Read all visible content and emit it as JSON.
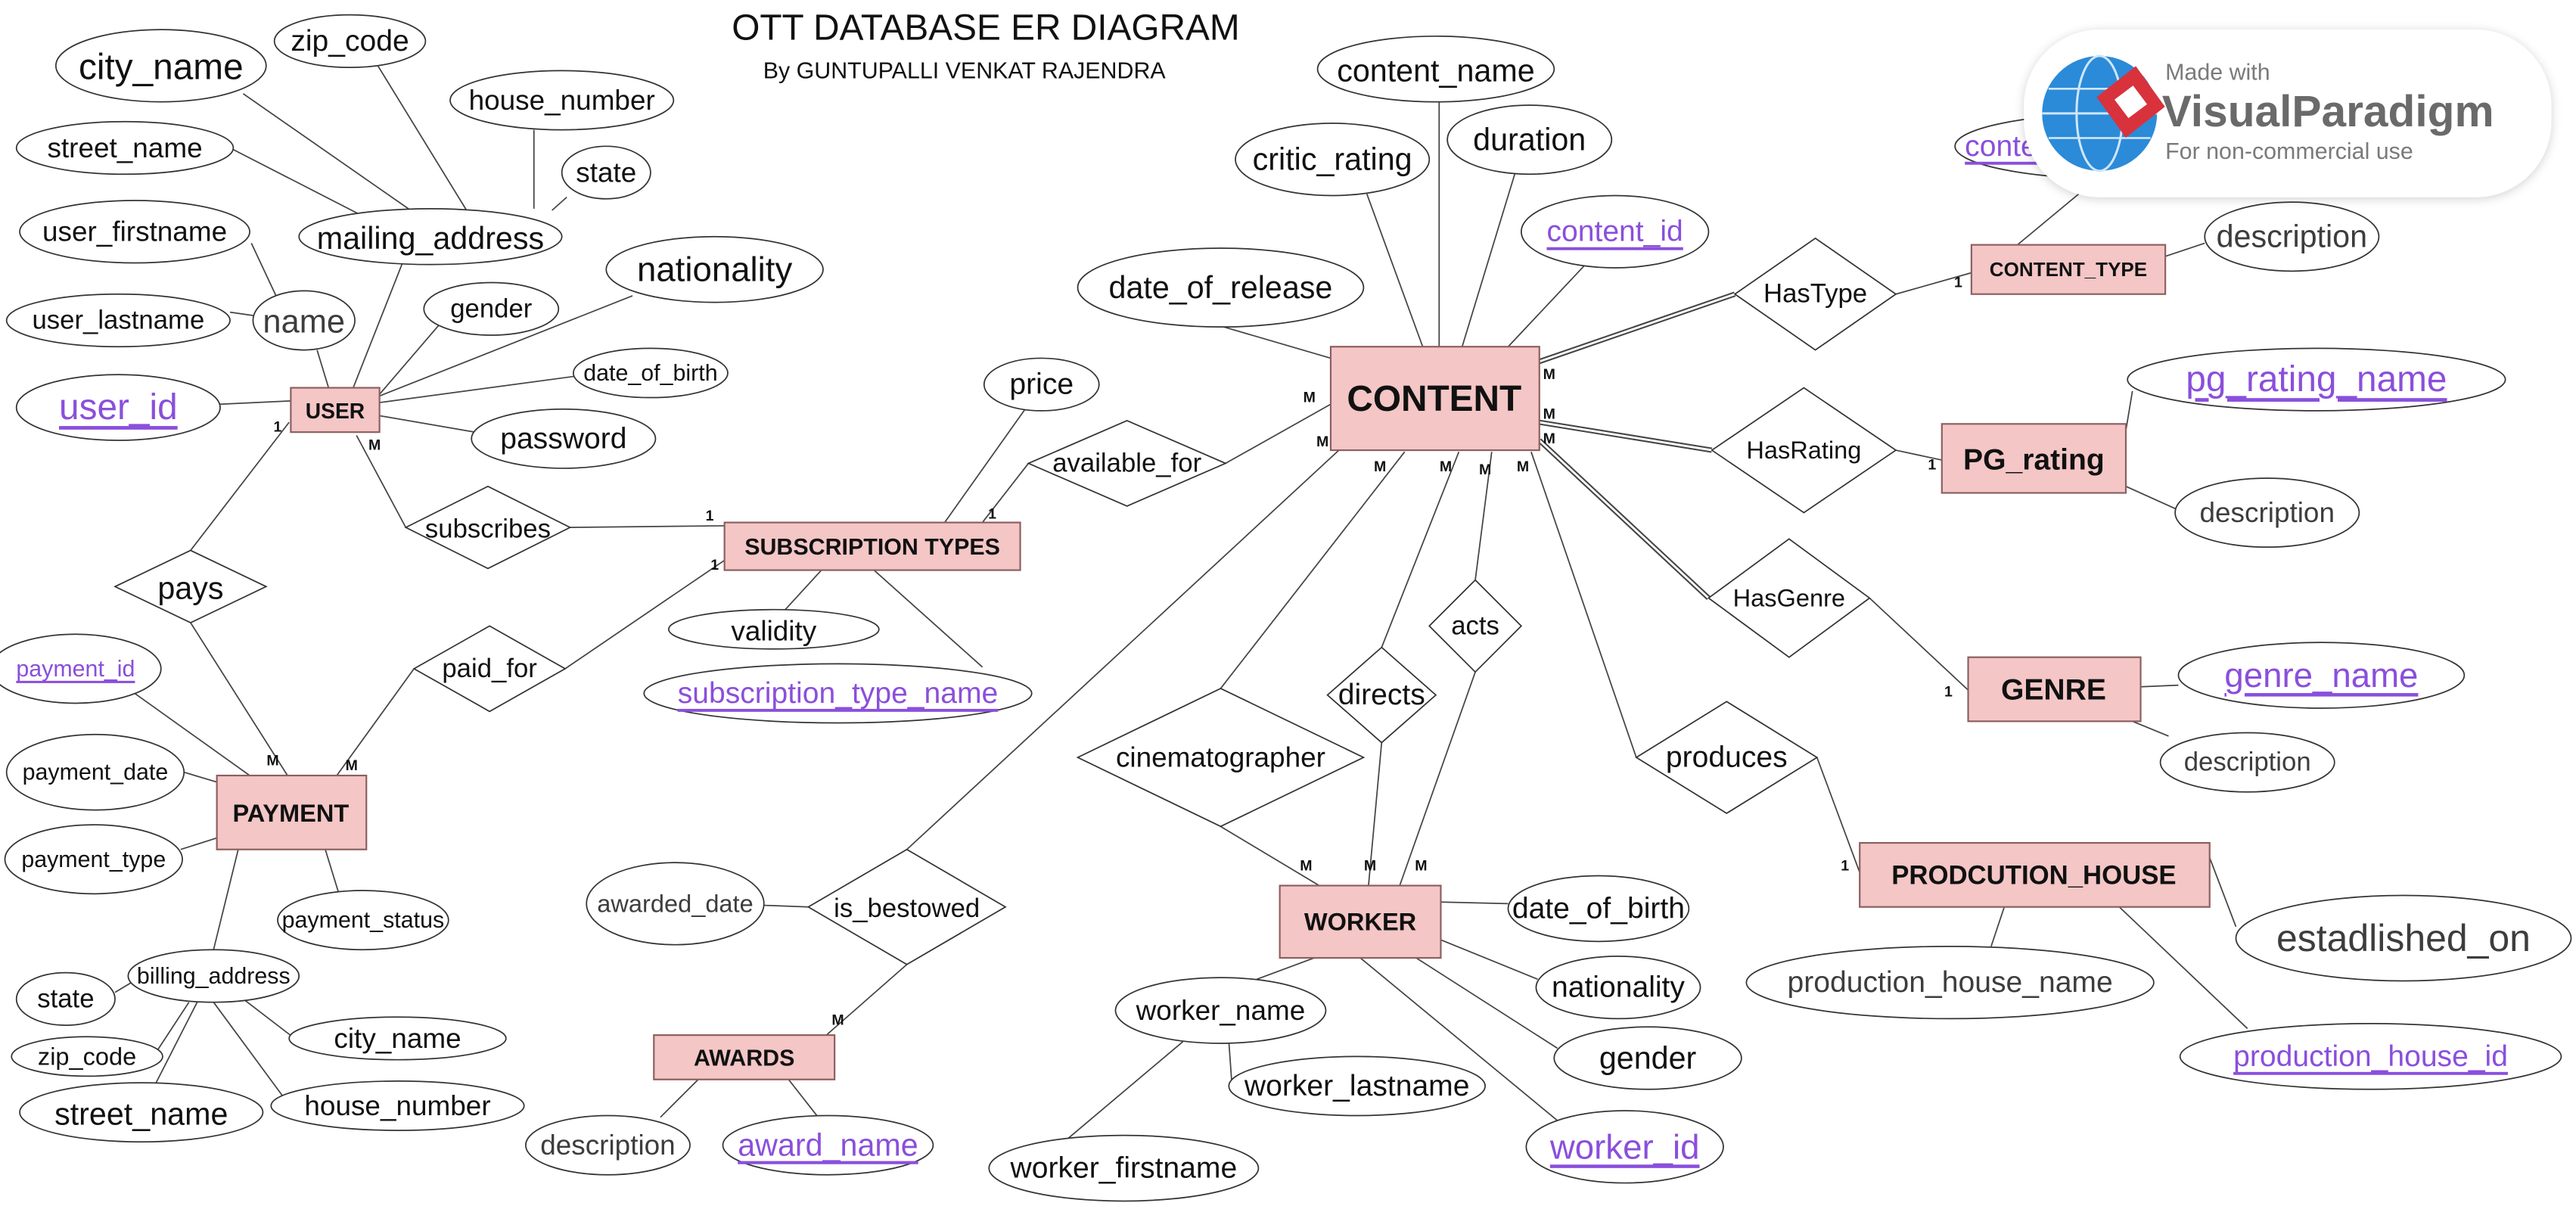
{
  "title": "OTT DATABASE ER DIAGRAM",
  "subtitle": "By  GUNTUPALLI VENKAT RAJENDRA",
  "colors": {
    "entity_fill": "#f4c6c6",
    "entity_stroke": "#8c5f5f",
    "key_attribute": "#8a4fdc",
    "line": "#444444"
  },
  "watermark": {
    "made_with": "Made with",
    "brand": "VisualParadigm",
    "note": "For non-commercial use"
  },
  "cardinality": {
    "one": "1",
    "many": "M"
  },
  "entities": {
    "user": "USER",
    "subscription_types": "SUBSCRIPTION TYPES",
    "content": "CONTENT",
    "content_type": "CONTENT_TYPE",
    "pg_rating": "PG_rating",
    "genre": "GENRE",
    "production_house": "PRODCUTION_HOUSE",
    "worker": "WORKER",
    "payment": "PAYMENT",
    "awards": "AWARDS"
  },
  "relationships": {
    "subscribes": "subscribes",
    "pays": "pays",
    "paid_for": "paid_for",
    "available_for": "available_for",
    "has_type": "HasType",
    "has_rating": "HasRating",
    "has_genre": "HasGenre",
    "produces": "produces",
    "acts": "acts",
    "directs": "directs",
    "cinematographer": "cinematographer",
    "is_bestowed": "is_bestowed"
  },
  "attributes": {
    "user": {
      "user_id": "user_id",
      "name": "name",
      "user_firstname": "user_firstname",
      "user_lastname": "user_lastname",
      "gender": "gender",
      "nationality": "nationality",
      "date_of_birth": "date_of_birth",
      "password": "password",
      "mailing_address": "mailing_address",
      "city_name": "city_name",
      "zip_code": "zip_code",
      "house_number": "house_number",
      "state": "state",
      "street_name": "street_name"
    },
    "subscription_types": {
      "price": "price",
      "validity": "validity",
      "subscription_type_name": "subscription_type_name"
    },
    "content": {
      "content_name": "content_name",
      "critic_rating": "critic_rating",
      "duration": "duration",
      "content_id": "content_id",
      "date_of_release": "date_of_release"
    },
    "content_type": {
      "content_type_name": "conte",
      "description": "description"
    },
    "pg_rating": {
      "pg_rating_name": "pg_rating_name",
      "description": "description"
    },
    "genre": {
      "genre_name": "genre_name",
      "description": "description"
    },
    "production_house": {
      "estadlished_on": "estadlished_on",
      "production_house_name": "production_house_name",
      "production_house_id": "production_house_id"
    },
    "worker": {
      "date_of_birth": "date_of_birth",
      "nationality": "nationality",
      "gender": "gender",
      "worker_id": "worker_id",
      "worker_name": "worker_name",
      "worker_lastname": "worker_lastname",
      "worker_firstname": "worker_firstname"
    },
    "payment": {
      "payment_id": "payment_id",
      "payment_date": "payment_date",
      "payment_type": "payment_type",
      "payment_status": "payment_status",
      "billing_address": "billing_address",
      "state": "state",
      "zip_code": "zip_code",
      "city_name": "city_name",
      "street_name": "street_name",
      "house_number": "house_number"
    },
    "awards": {
      "description": "description",
      "award_name": "award_name"
    },
    "is_bestowed": {
      "awarded_date": "awarded_date"
    }
  }
}
